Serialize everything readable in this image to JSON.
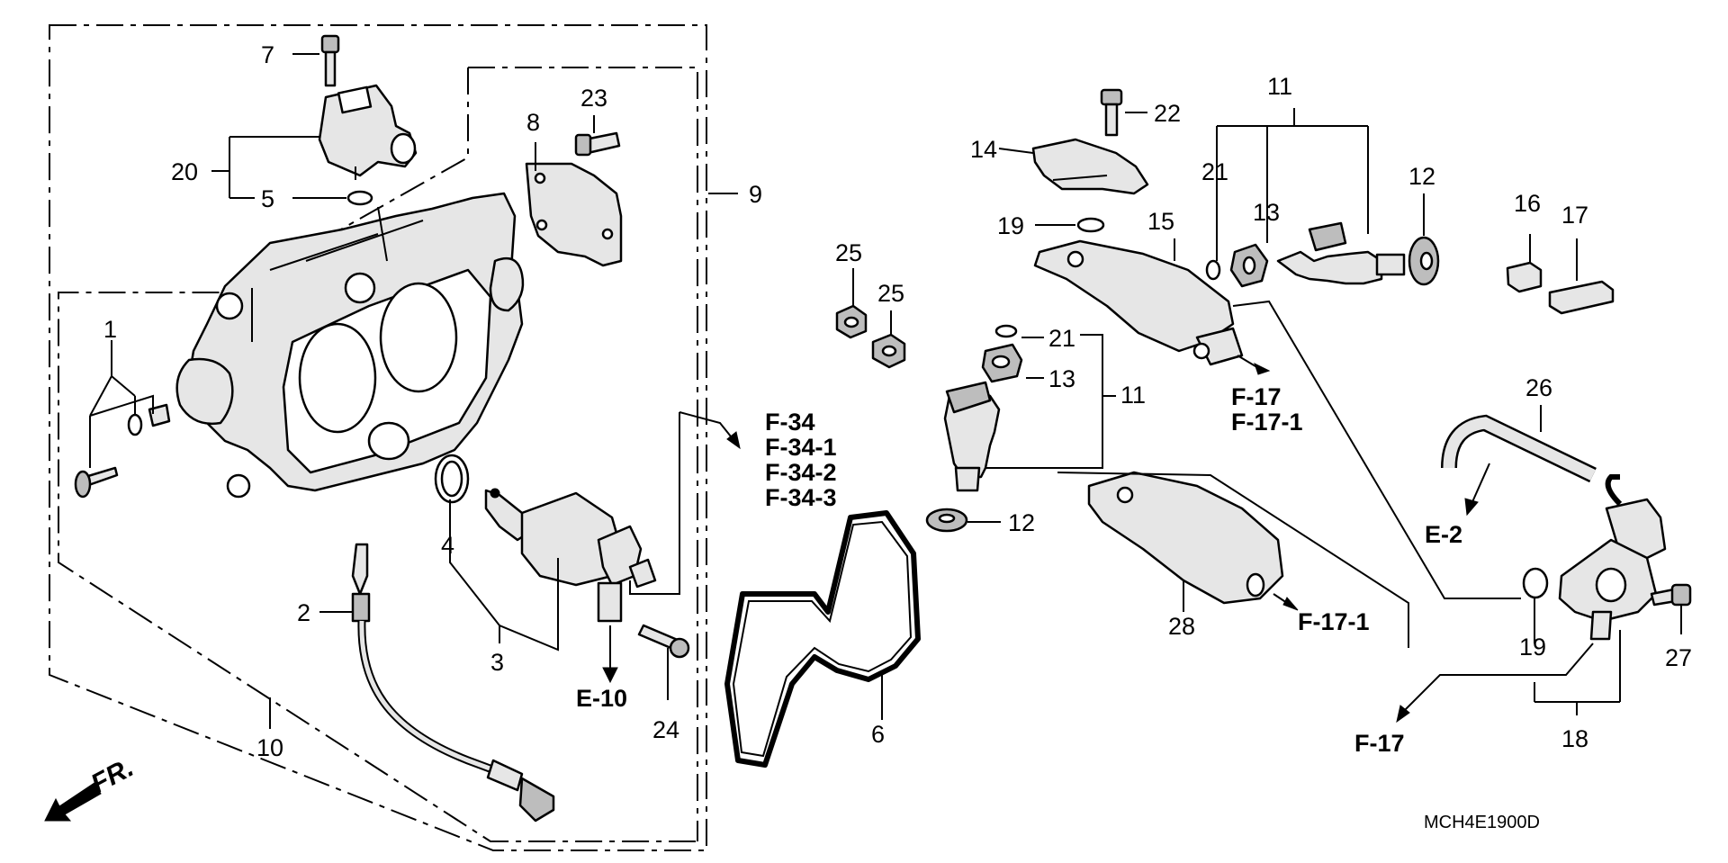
{
  "diagram": {
    "code": "MCH4E1900D",
    "front_label": "FR.",
    "callouts": {
      "p1": "1",
      "p2": "2",
      "p3": "3",
      "p4": "4",
      "p5": "5",
      "p6": "6",
      "p7": "7",
      "p9": "9",
      "p10": "10",
      "p11a": "11",
      "p11b": "11",
      "p12a": "12",
      "p12b": "12",
      "p13a": "13",
      "p13b": "13",
      "p14": "14",
      "p15": "15",
      "p16": "16",
      "p17": "17",
      "p18": "18",
      "p19a": "19",
      "p19b": "19",
      "p20": "20",
      "p21a": "21",
      "p21b": "21",
      "p22": "22",
      "p23": "23",
      "p24": "24",
      "p25a": "25",
      "p25b": "25",
      "p26": "26",
      "p27": "27",
      "p28": "28",
      "p8": "8"
    },
    "references": {
      "f34": "F-34",
      "f34_1": "F-34-1",
      "f34_2": "F-34-2",
      "f34_3": "F-34-3",
      "f17a": "F-17",
      "f17_1a": "F-17-1",
      "f17_1b": "F-17-1",
      "f17b": "F-17",
      "e2": "E-2",
      "e10": "E-10"
    }
  }
}
